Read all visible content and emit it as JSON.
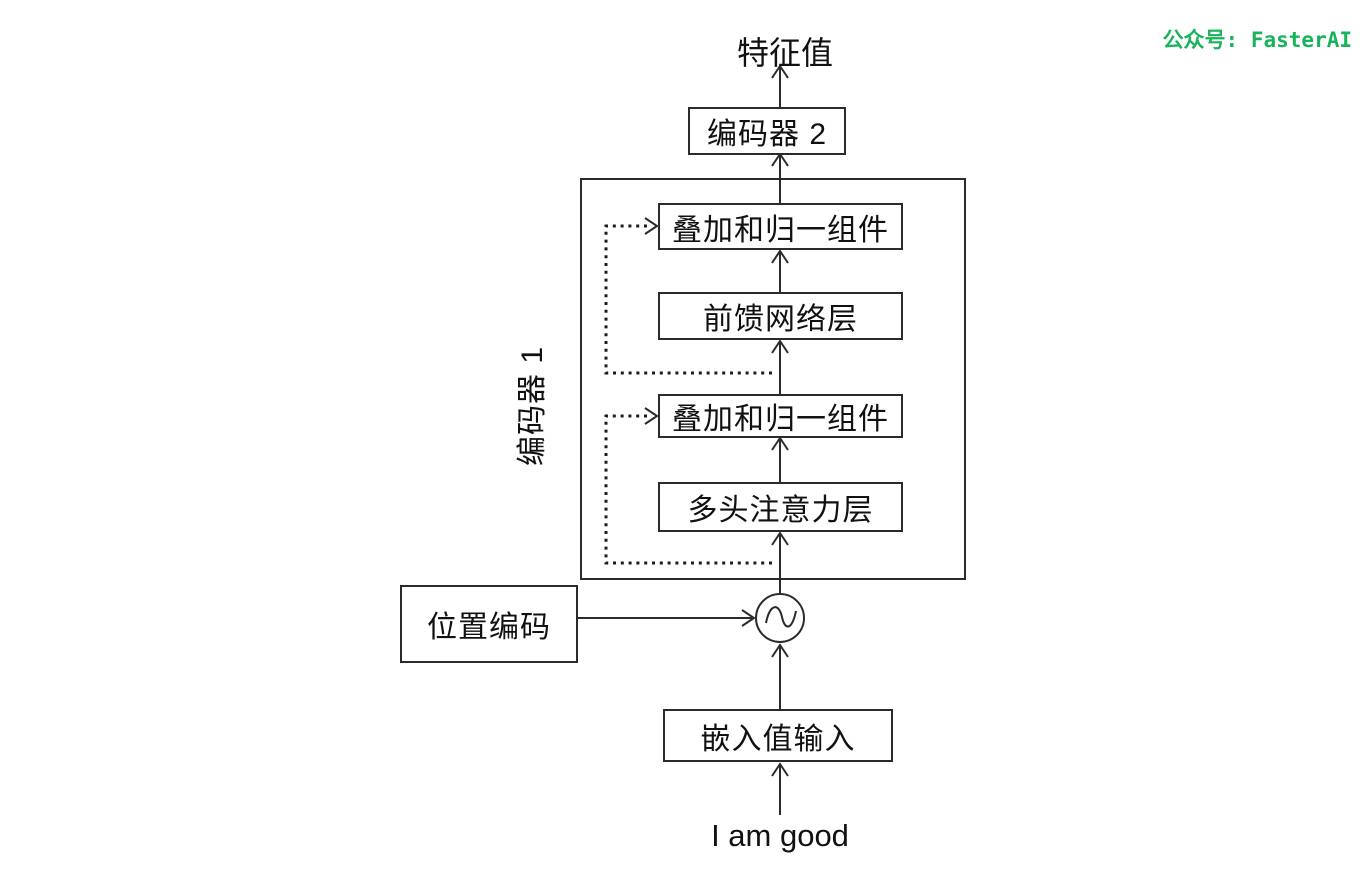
{
  "watermark": {
    "label": "公众号: FasterAI",
    "color": "#19b35c"
  },
  "colors": {
    "line": "#2b2b2b",
    "text": "#111111",
    "background": "#ffffff"
  },
  "diagram": {
    "output_label": "特征值",
    "encoder2_label": "编码器 2",
    "encoder1_label": "编码器 1",
    "add_norm_upper_label": "叠加和归一组件",
    "feed_forward_label": "前馈网络层",
    "add_norm_lower_label": "叠加和归一组件",
    "multi_head_attention_label": "多头注意力层",
    "positional_encoding_label": "位置编码",
    "embedding_input_label": "嵌入值输入",
    "input_sentence": "I am good"
  }
}
